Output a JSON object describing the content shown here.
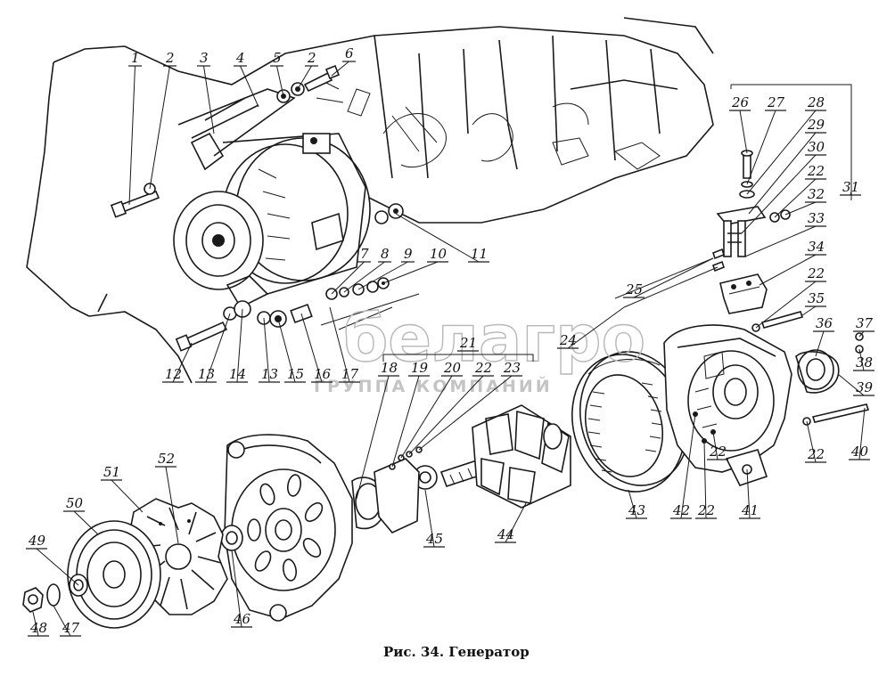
{
  "caption": "Рис. 34. Генератор",
  "watermark": {
    "brand": "белагро",
    "tagline": "ГРУППА КОМПАНИЙ"
  },
  "part_labels": [
    "1",
    "2",
    "3",
    "4",
    "5",
    "2",
    "6",
    "7",
    "8",
    "9",
    "10",
    "11",
    "12",
    "13",
    "14",
    "13",
    "15",
    "16",
    "17",
    "18",
    "19",
    "20",
    "21",
    "22",
    "22",
    "23",
    "24",
    "25",
    "26",
    "27",
    "28",
    "29",
    "30",
    "22",
    "31",
    "32",
    "33",
    "34",
    "22",
    "35",
    "36",
    "37",
    "38",
    "39",
    "40",
    "22",
    "41",
    "42",
    "22",
    "43",
    "44",
    "45",
    "46",
    "47",
    "48",
    "49",
    "50",
    "51",
    "52"
  ]
}
